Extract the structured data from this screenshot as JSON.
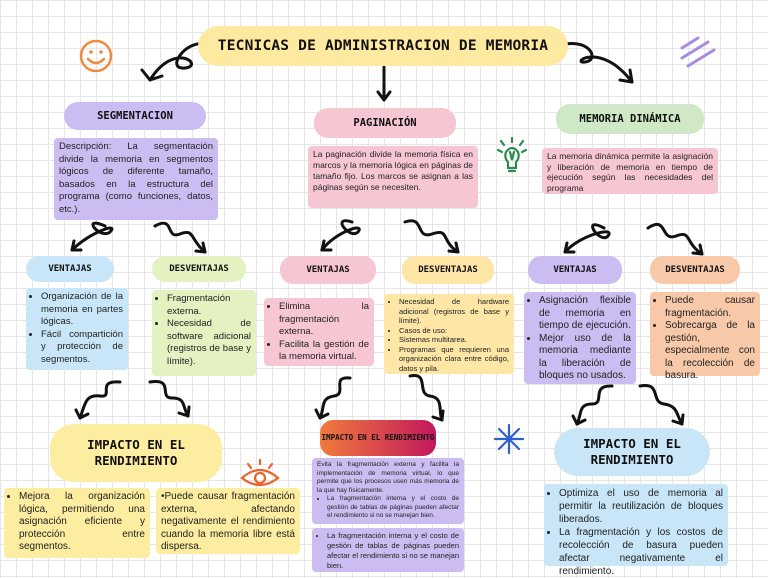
{
  "title": "TECNICAS DE ADMINISTRACION DE MEMORIA",
  "colors": {
    "title_bg": "#fde9a0",
    "segmentacion_bg": "#cbbdf1",
    "paginacion_bg": "#f7c6d3",
    "dinamica_bg": "#cfe8c5",
    "ventajas_bg": "#c8e6f7",
    "desventajas_bg": "#e4f1c1",
    "desventajas_pag_bg": "#fde6a6",
    "desventajas_din_bg": "#f8c9a8",
    "impacto_seg_bg": "#fdeda0",
    "impacto_din_bg": "#c9e6f8"
  },
  "segmentacion": {
    "heading": "SEGMENTACION",
    "descripcion": "Descripción: La segmentación divide la memoria en segmentos lógicos de diferente tamaño, basados en la estructura del programa (como funciones, datos, etc.).",
    "ventajas_label": "VENTAJAS",
    "ventajas": [
      "Organización de la memoria en partes lógicas.",
      "Fácil compartición y protección de segmentos."
    ],
    "desventajas_label": "DESVENTAJAS",
    "desventajas": [
      "Fragmentación externa.",
      "Necesidad de software adicional (registros de base y límite)."
    ],
    "impacto_label": "IMPACTO EN EL RENDIMIENTO",
    "impacto_left": [
      "Mejora la organización lógica, permitiendo una asignación eficiente y protección entre segmentos."
    ],
    "impacto_right": "•Puede causar fragmentación externa, afectando negativamente el rendimiento cuando la memoria libre está dispersa."
  },
  "paginacion": {
    "heading": "PAGINACIÓN",
    "descripcion": "La paginación divide la memoria física en marcos y la memoria lógica en páginas de tamaño fijo. Los marcos se asignan a las páginas según se necesiten.",
    "ventajas_label": "VENTAJAS",
    "ventajas": [
      "Elimina la fragmentación externa.",
      "Facilita la gestión de la memoria virtual."
    ],
    "desventajas_label": "DESVENTAJAS",
    "desventajas": [
      "Necesidad de hardware adicional (registros de base y límite).",
      "Casos de uso:",
      "Sistemas multitarea.",
      "Programas que requieren una organización clara entre código, datos y pila."
    ],
    "impacto_label": "IMPACTO EN EL RENDIMIENTO",
    "impacto_intro": "Evita la fragmentación externa y facilita la implementación de memoria virtual, lo que permite que los procesos usen más memoria de la que hay físicamente.",
    "impacto_item": "La fragmentación interna y el costo de gestión de tablas de páginas pueden afectar el rendimiento si no se manejan bien.",
    "impacto_bottom": "La fragmentación interna y el costo de gestión de tablas de páginas pueden afectar el rendimiento si no se manejan bien."
  },
  "dinamica": {
    "heading": "MEMORIA DINÁMICA",
    "descripcion": "La memoria dinámica permite la asignación y liberación de memoria en tiempo de ejecución según las necesidades del programa",
    "ventajas_label": "VENTAJAS",
    "ventajas": [
      "Asignación flexible de memoria en tiempo de ejecución.",
      "Mejor uso de la memoria mediante la liberación de bloques no usados."
    ],
    "desventajas_label": "DESVENTAJAS",
    "desventajas": [
      "Puede causar fragmentación.",
      "Sobrecarga de la gestión, especialmente con la recolección de basura."
    ],
    "impacto_label": "IMPACTO EN EL RENDIMIENTO",
    "impacto": [
      "Optimiza el uso de memoria al permitir la reutilización de bloques liberados.",
      "La fragmentación y los costos de recolección de basura pueden afectar negativamente el rendimiento."
    ]
  },
  "decorations": [
    "smiley-icon",
    "lightbulb-icon",
    "eye-icon",
    "sparkle-icon",
    "purple-strokes-icon",
    "curly-arrow-icon"
  ]
}
